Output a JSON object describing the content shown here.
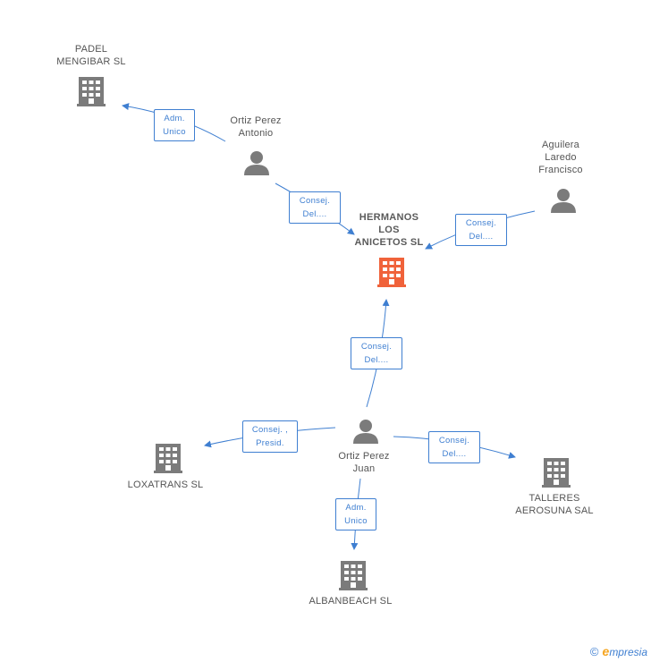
{
  "colors": {
    "edge": "#3f7fd1",
    "icon": "#7b7b7b",
    "main_icon": "#f0623a"
  },
  "nodes": {
    "main": {
      "label": "HERMANOS\nLOS\nANICETOS SL",
      "icon": "building-icon"
    },
    "padel": {
      "label": "PADEL\nMENGIBAR SL",
      "icon": "building-icon"
    },
    "ortiz_antonio": {
      "label": "Ortiz Perez\nAntonio",
      "icon": "person-icon"
    },
    "aguilera": {
      "label": "Aguilera\nLaredo\nFrancisco",
      "icon": "person-icon"
    },
    "ortiz_juan": {
      "label": "Ortiz Perez\nJuan",
      "icon": "person-icon"
    },
    "loxatrans": {
      "label": "LOXATRANS SL",
      "icon": "building-icon"
    },
    "talleres": {
      "label": "TALLERES\nAEROSUNA SAL",
      "icon": "building-icon"
    },
    "albanbeach": {
      "label": "ALBANBEACH SL",
      "icon": "building-icon"
    }
  },
  "edges": {
    "antonio_padel": "Adm.\nUnico",
    "antonio_main": "Consej.\nDel....",
    "aguilera_main": "Consej.\nDel....",
    "juan_main": "Consej.\nDel....",
    "juan_loxatrans": "Consej. ,\nPresid.",
    "juan_talleres": "Consej.\nDel....",
    "juan_albanbeach": "Adm.\nUnico"
  },
  "footer": {
    "copyright": "©",
    "brand_initial": "e",
    "brand_rest": "mpresia"
  }
}
